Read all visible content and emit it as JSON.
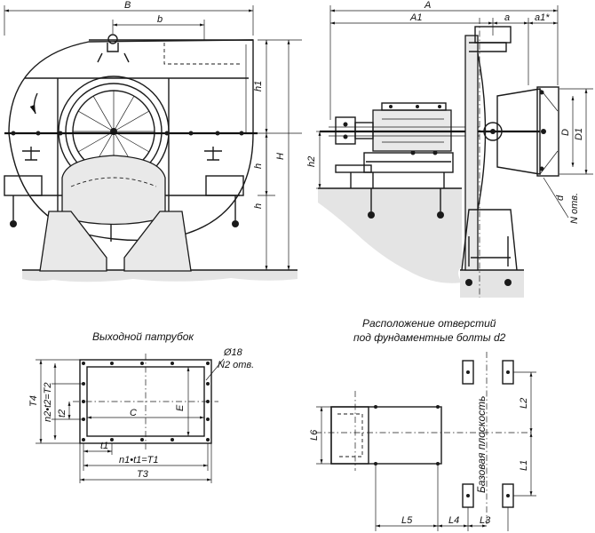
{
  "front_view": {
    "dim_B": "B",
    "dim_b": "b",
    "dim_h1": "h1",
    "dim_h": "h",
    "dim_H": "H",
    "dim_h_lower": "h"
  },
  "side_view": {
    "dim_A": "A",
    "dim_A1": "A1",
    "dim_a": "a",
    "dim_a1": "a1*",
    "dim_h2": "h2",
    "dim_D": "D",
    "dim_D1": "D1",
    "dim_d": "d",
    "dim_N": "N отв."
  },
  "outlet": {
    "title": "Выходной патрубок",
    "dim_T4": "T4",
    "dim_n2t2": "n2•t2=T2",
    "dim_t2": "t2",
    "dim_C": "C",
    "dim_E": "E",
    "dim_hole_d": "Ø18",
    "dim_hole_n": "N2 отв.",
    "dim_t1": "t1",
    "dim_n1t1": "n1•t1=T1",
    "dim_T3": "T3"
  },
  "foundation": {
    "title_line1": "Расположение отверстий",
    "title_line2": "под фундаментные болты  d2",
    "dim_L6": "L6",
    "dim_L2": "L2",
    "dim_L1": "L1",
    "dim_L5": "L5",
    "dim_L4": "L4",
    "dim_L3": "L3",
    "base_plane": "Базовая  плоскость"
  }
}
